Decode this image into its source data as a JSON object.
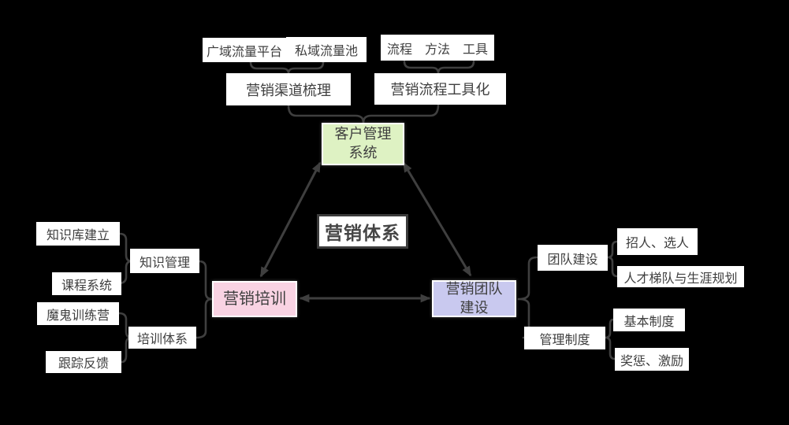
{
  "mindmap": {
    "line_color": "#3f3f3f",
    "text_color": "#3f3f3f",
    "center": {
      "label": "营销体系"
    },
    "customer_system": {
      "line1": "客户管理",
      "line2": "系统",
      "fill": "#def2c3",
      "channel": {
        "label": "营销渠道梳理",
        "children": {
          "public_traffic": "广域流量平台",
          "private_traffic": "私域流量池"
        }
      },
      "tooling": {
        "label": "营销流程工具化",
        "children": {
          "process_method_tool": "流程　方法　工具"
        }
      }
    },
    "training": {
      "label": "营销培训",
      "fill": "#f9d3e3",
      "knowledge": {
        "label": "知识管理",
        "children": {
          "knowledge_base": "知识库建立",
          "course_system": "课程系统"
        }
      },
      "system": {
        "label": "培训体系",
        "children": {
          "devil_camp": "魔鬼训练营",
          "feedback": "跟踪反馈"
        }
      }
    },
    "team": {
      "line1": "营销团队",
      "line2": "建设",
      "fill": "#c9c9ef",
      "building": {
        "label": "团队建设",
        "children": {
          "recruit": "招人、选人",
          "talent_ladder": "人才梯队与生涯规划"
        }
      },
      "rules": {
        "label": "管理制度",
        "children": {
          "basic_rules": "基本制度",
          "reward_incentive": "奖惩、激励"
        }
      }
    }
  }
}
